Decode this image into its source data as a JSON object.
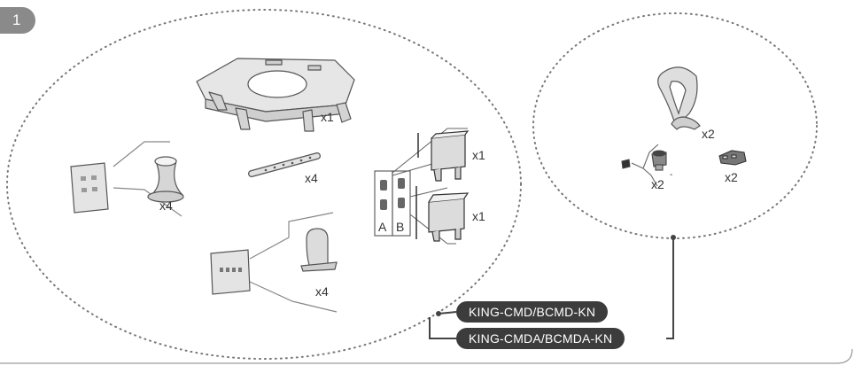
{
  "step": {
    "number": "1"
  },
  "quantities": {
    "top_plate": "x1",
    "rod": "x4",
    "cone_foot": "x4",
    "clip_a": "x1",
    "clip_b": "x1",
    "hook_mount": "x4",
    "armrest": "x2",
    "knob": "x2",
    "knob_mark": "-",
    "bracket": "x2"
  },
  "clip_options": {
    "a": "A",
    "b": "B"
  },
  "models": {
    "model_1": "KING-CMD/BCMD-KN",
    "model_2": "KING-CMDA/BCMDA-KN"
  },
  "colors": {
    "badge": "#8a8a8a",
    "label_bg": "#3c3c3c",
    "line": "#555555",
    "part_fill": "#e2e2e2"
  }
}
